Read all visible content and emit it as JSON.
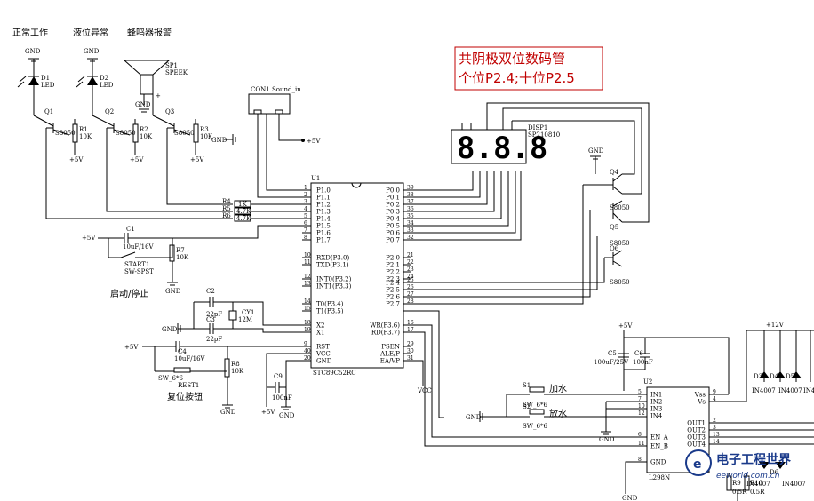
{
  "labels": {
    "led_normal": "正常工作",
    "led_level": "液位异常",
    "buzzer": "蜂鸣器报警",
    "start_stop": "启动/停止",
    "reset_btn": "复位按钮",
    "add_water": "加水",
    "drain_water": "放水"
  },
  "note": {
    "line1": "共阴极双位数码管",
    "line2": "个位P2.4;十位P2.5"
  },
  "parts": {
    "d1": "D1",
    "d2": "D2",
    "led": "LED",
    "sp1": "SP1",
    "speek": "SPEEK",
    "q1": "Q1",
    "q2": "Q2",
    "q3": "Q3",
    "q4": "Q4",
    "q5": "Q5",
    "q6": "Q6",
    "s8050": "S8050",
    "r1": "R1",
    "r2": "R2",
    "r3": "R3",
    "r4": "R4",
    "r5": "R5",
    "r6": "R6",
    "r7": "R7",
    "r8": "R8",
    "r_1k": "1K",
    "r_4k7": "4.7K",
    "r_10k": "10K",
    "con1": "CON1",
    "sound_in": "Sound_in",
    "disp1": "DISP1",
    "sp210810": "SP210810",
    "digits": "8.8.8",
    "u1": "U1",
    "u1_part": "STC89C52RC",
    "u2": "U2",
    "u2_part": "L298N",
    "c1": "C1",
    "c1_val": "10uF/16V",
    "c2": "C2",
    "c3": "C3",
    "c22p": "22pF",
    "cy1": "CY1",
    "cy1_val": "12M",
    "c4": "C4",
    "c4_val": "10uF/16V",
    "c5": "C5",
    "c5_val": "100uF/25V",
    "c6": "C6",
    "c6_val": "100nF",
    "c9": "C9",
    "c9_val": "100nF",
    "start1": "START1",
    "sw_spst": "SW-SPST",
    "rest1": "REST1",
    "sw66": "SW_6*6",
    "s1": "S1",
    "s2": "S2",
    "gnd": "GND",
    "p5v": "+5V",
    "p12v": "+12V",
    "vcc": "VCC",
    "d3": "D3",
    "d4": "D4",
    "d5": "D5",
    "d6": "D6",
    "in4007": "IN4007",
    "r9": "R9",
    "r10": "R10",
    "r05": "0.5R"
  },
  "u1_left": [
    "P1.0",
    "P1.1",
    "P1.2",
    "P1.3",
    "P1.4",
    "P1.5",
    "P1.6",
    "P1.7",
    "RXD(P3.0)",
    "TXD(P3.1)",
    "INT0(P3.2)",
    "INT1(P3.3)",
    "T0(P3.4)",
    "T1(P3.5)",
    "X2",
    "X1",
    "RST",
    "VCC",
    "GND"
  ],
  "u1_left_pins": [
    "1",
    "2",
    "3",
    "4",
    "5",
    "6",
    "7",
    "8",
    "10",
    "11",
    "12",
    "13",
    "14",
    "15",
    "18",
    "19",
    "9",
    "40",
    "20"
  ],
  "u1_right": [
    "P0.0",
    "P0.1",
    "P0.2",
    "P0.3",
    "P0.4",
    "P0.5",
    "P0.6",
    "P0.7",
    "P2.0",
    "P2.1",
    "P2.2",
    "P2.3",
    "P2.4",
    "P2.5",
    "P2.6",
    "P2.7",
    "WR(P3.6)",
    "RD(P3.7)",
    "PSEN",
    "ALE/P",
    "EA/VP"
  ],
  "u1_right_pins": [
    "39",
    "38",
    "37",
    "36",
    "35",
    "34",
    "33",
    "32",
    "21",
    "22",
    "23",
    "24",
    "25",
    "26",
    "27",
    "28",
    "16",
    "17",
    "29",
    "30",
    "31"
  ],
  "u2_left": [
    "IN1",
    "IN2",
    "IN3",
    "IN4",
    "EN_A",
    "EN_B",
    "GND"
  ],
  "u2_left_pins": [
    "5",
    "7",
    "10",
    "12",
    "6",
    "11",
    "8"
  ],
  "u2_right": [
    "Vss",
    "Vs",
    "OUT1",
    "OUT2",
    "OUT3",
    "OUT4"
  ],
  "u2_right_pins": [
    "9",
    "4",
    "2",
    "3",
    "13",
    "14"
  ],
  "watermark": {
    "brand": "电子工程世界",
    "site": "eeworld.com.cn"
  }
}
